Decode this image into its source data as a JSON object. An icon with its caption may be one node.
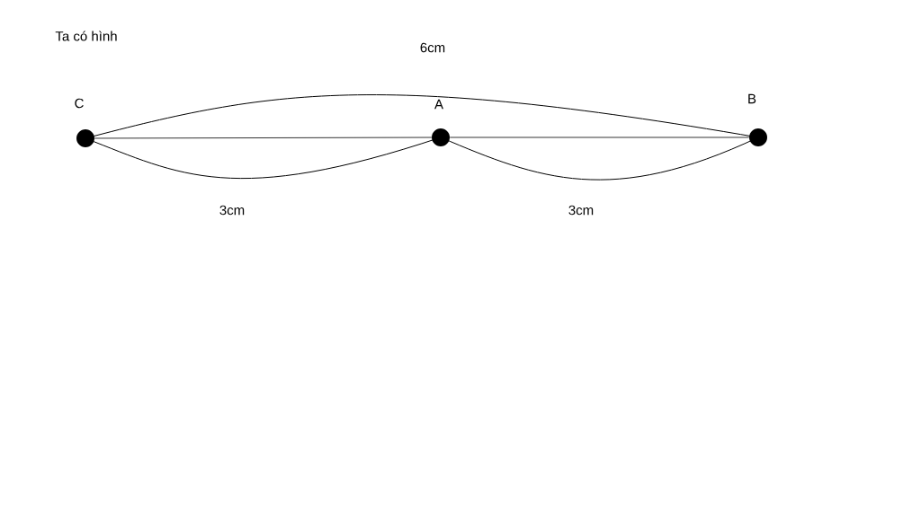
{
  "diagram": {
    "nodes": [
      {
        "text": [],
        "shape": "circle",
        "beside": [
          "C"
        ]
      },
      {
        "text": [],
        "shape": "circle",
        "beside": [
          "A"
        ]
      },
      {
        "text": [],
        "shape": "circle",
        "beside": [
          "B"
        ]
      }
    ],
    "edges": [
      {
        "from": 0,
        "to": 1,
        "arrow": "none"
      },
      {
        "from": 1,
        "to": 2,
        "arrow": "none"
      }
    ],
    "labels": [
      "Ta có hình",
      "6cm",
      "3cm",
      "3cm"
    ]
  }
}
